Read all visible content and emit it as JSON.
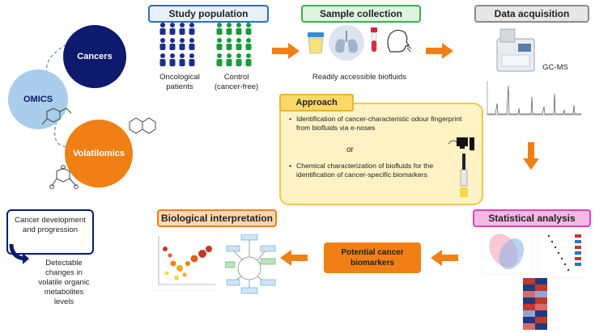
{
  "omics": {
    "cancers": "Cancers",
    "omics": "OMICS",
    "volatilomics": "Volatilomics"
  },
  "cancer_box": {
    "top": "Cancer development and progression",
    "bottom": "Detectable changes in volatile organic metabolites levels"
  },
  "study_population": {
    "header": "Study population",
    "group1": "Oncological patients",
    "group2_line1": "Control",
    "group2_line2": "(cancer-free)"
  },
  "sample_collection": {
    "header": "Sample collection",
    "caption": "Readily accessible biofluids"
  },
  "data_acquisition": {
    "header": "Data acquisition",
    "caption": "GC-MS"
  },
  "approach": {
    "header": "Approach",
    "bullet1": "Identification of cancer-characteristic odour fingerprint from biofluids via e-noses",
    "or": "or",
    "bullet2": "Chemical characterization of biofluids for the identification of cancer-specific biomarkers"
  },
  "statistical_analysis": {
    "header": "Statistical analysis"
  },
  "biomarkers": {
    "label": "Potential cancer biomarkers"
  },
  "biological_interpretation": {
    "header": "Biological interpretation"
  },
  "colors": {
    "navy": "#0d1a6e",
    "light_blue": "#a9cdea",
    "orange": "#f08016",
    "green": "#1a9a3a",
    "blue_header": "#2e6fc0",
    "green_header": "#3fae4b",
    "grey_header": "#8a8a8a",
    "magenta": "#e040b8",
    "yellow_fill": "#fff2c4"
  },
  "icons": [
    "people-icon",
    "urine-cup-icon",
    "lungs-icon",
    "blood-tube-icon",
    "breath-head-icon",
    "gc-ms-instrument-icon",
    "computer-icon",
    "vial-icon",
    "molecule-icon"
  ]
}
